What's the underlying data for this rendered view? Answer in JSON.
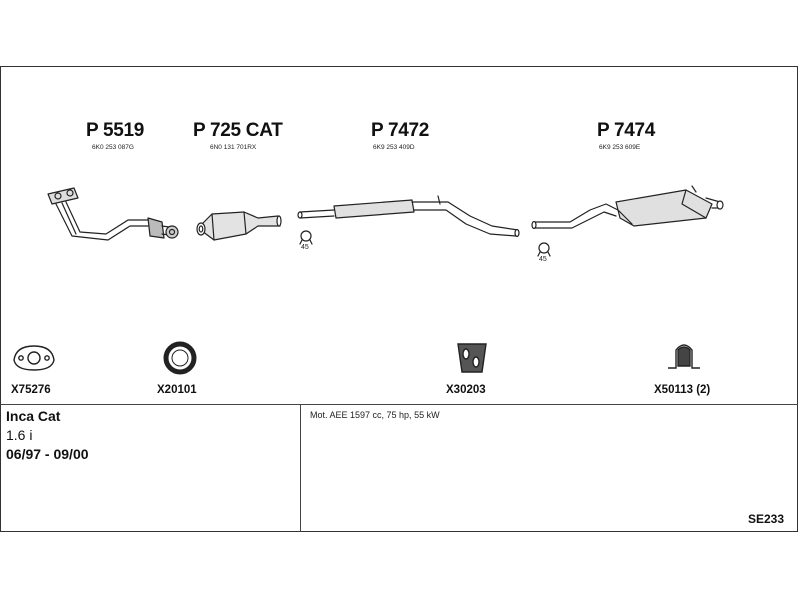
{
  "parts": [
    {
      "number": "P 5519",
      "code": "6K0 253 087G"
    },
    {
      "number": "P 725 CAT",
      "code": "6N0 131 701RX"
    },
    {
      "number": "P 7472",
      "code": "6K9 253 409D"
    },
    {
      "number": "P 7474",
      "code": "6K9 253 609E"
    }
  ],
  "clamp_angles": [
    "45",
    "45"
  ],
  "accessories": [
    {
      "code": "X75276",
      "icon": "flange-gasket-icon"
    },
    {
      "code": "X20101",
      "icon": "ring-gasket-icon"
    },
    {
      "code": "X30203",
      "icon": "rubber-hanger-icon"
    },
    {
      "code": "X50113 (2)",
      "icon": "mounting-bracket-icon"
    }
  ],
  "vehicle": {
    "model": "Inca Cat",
    "engine": "1.6 i",
    "years": "06/97 - 09/00"
  },
  "engine_spec": "Mot. AEE 1597 cc, 75 hp, 55 kW",
  "diagram_code": "SE233"
}
